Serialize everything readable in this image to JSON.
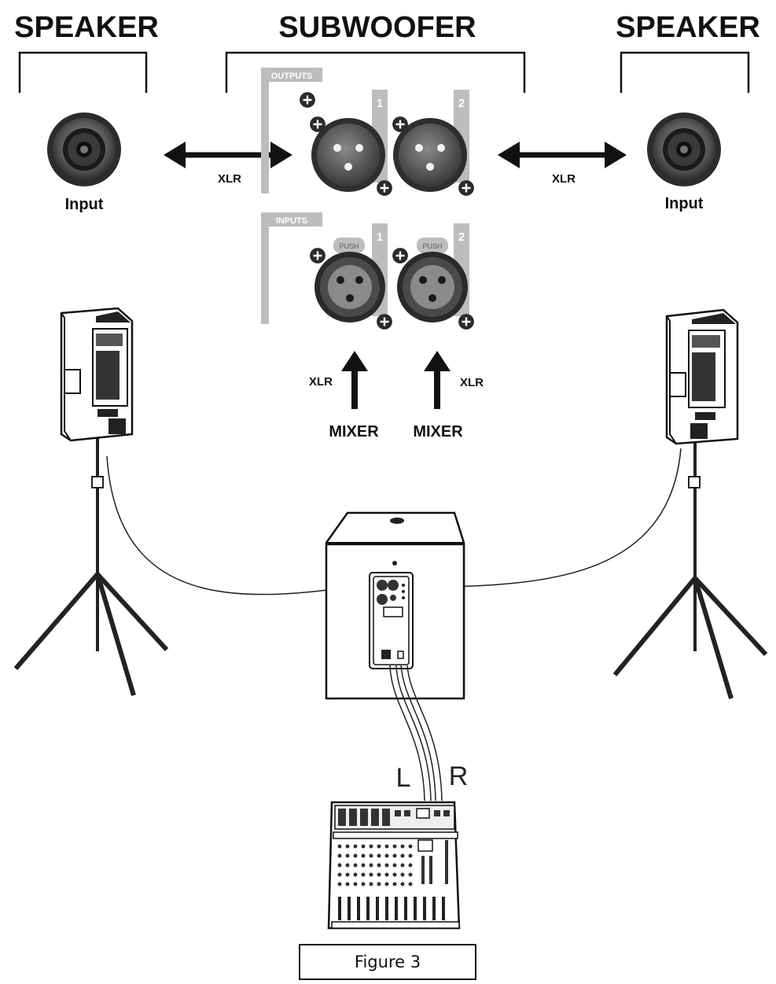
{
  "headers": {
    "speaker_left": "SPEAKER",
    "subwoofer": "SUBWOOFER",
    "speaker_right": "SPEAKER"
  },
  "panel": {
    "outputs_tag": "OUTPUTS",
    "inputs_tag": "INPUTS",
    "push": "PUSH",
    "ch1": "1",
    "ch2": "2"
  },
  "labels": {
    "input_left": "Input",
    "input_right": "Input",
    "xlr_left": "XLR",
    "xlr_right": "XLR",
    "xlr_in1": "XLR",
    "xlr_in2": "XLR",
    "mixer1": "MIXER",
    "mixer2": "MIXER",
    "left": "L",
    "right": "R"
  },
  "caption": "Figure 3",
  "colors": {
    "ink": "#111111",
    "panel_gray": "#bdbdbd",
    "connector_dark": "#3a3a3a",
    "connector_mid": "#777777"
  }
}
